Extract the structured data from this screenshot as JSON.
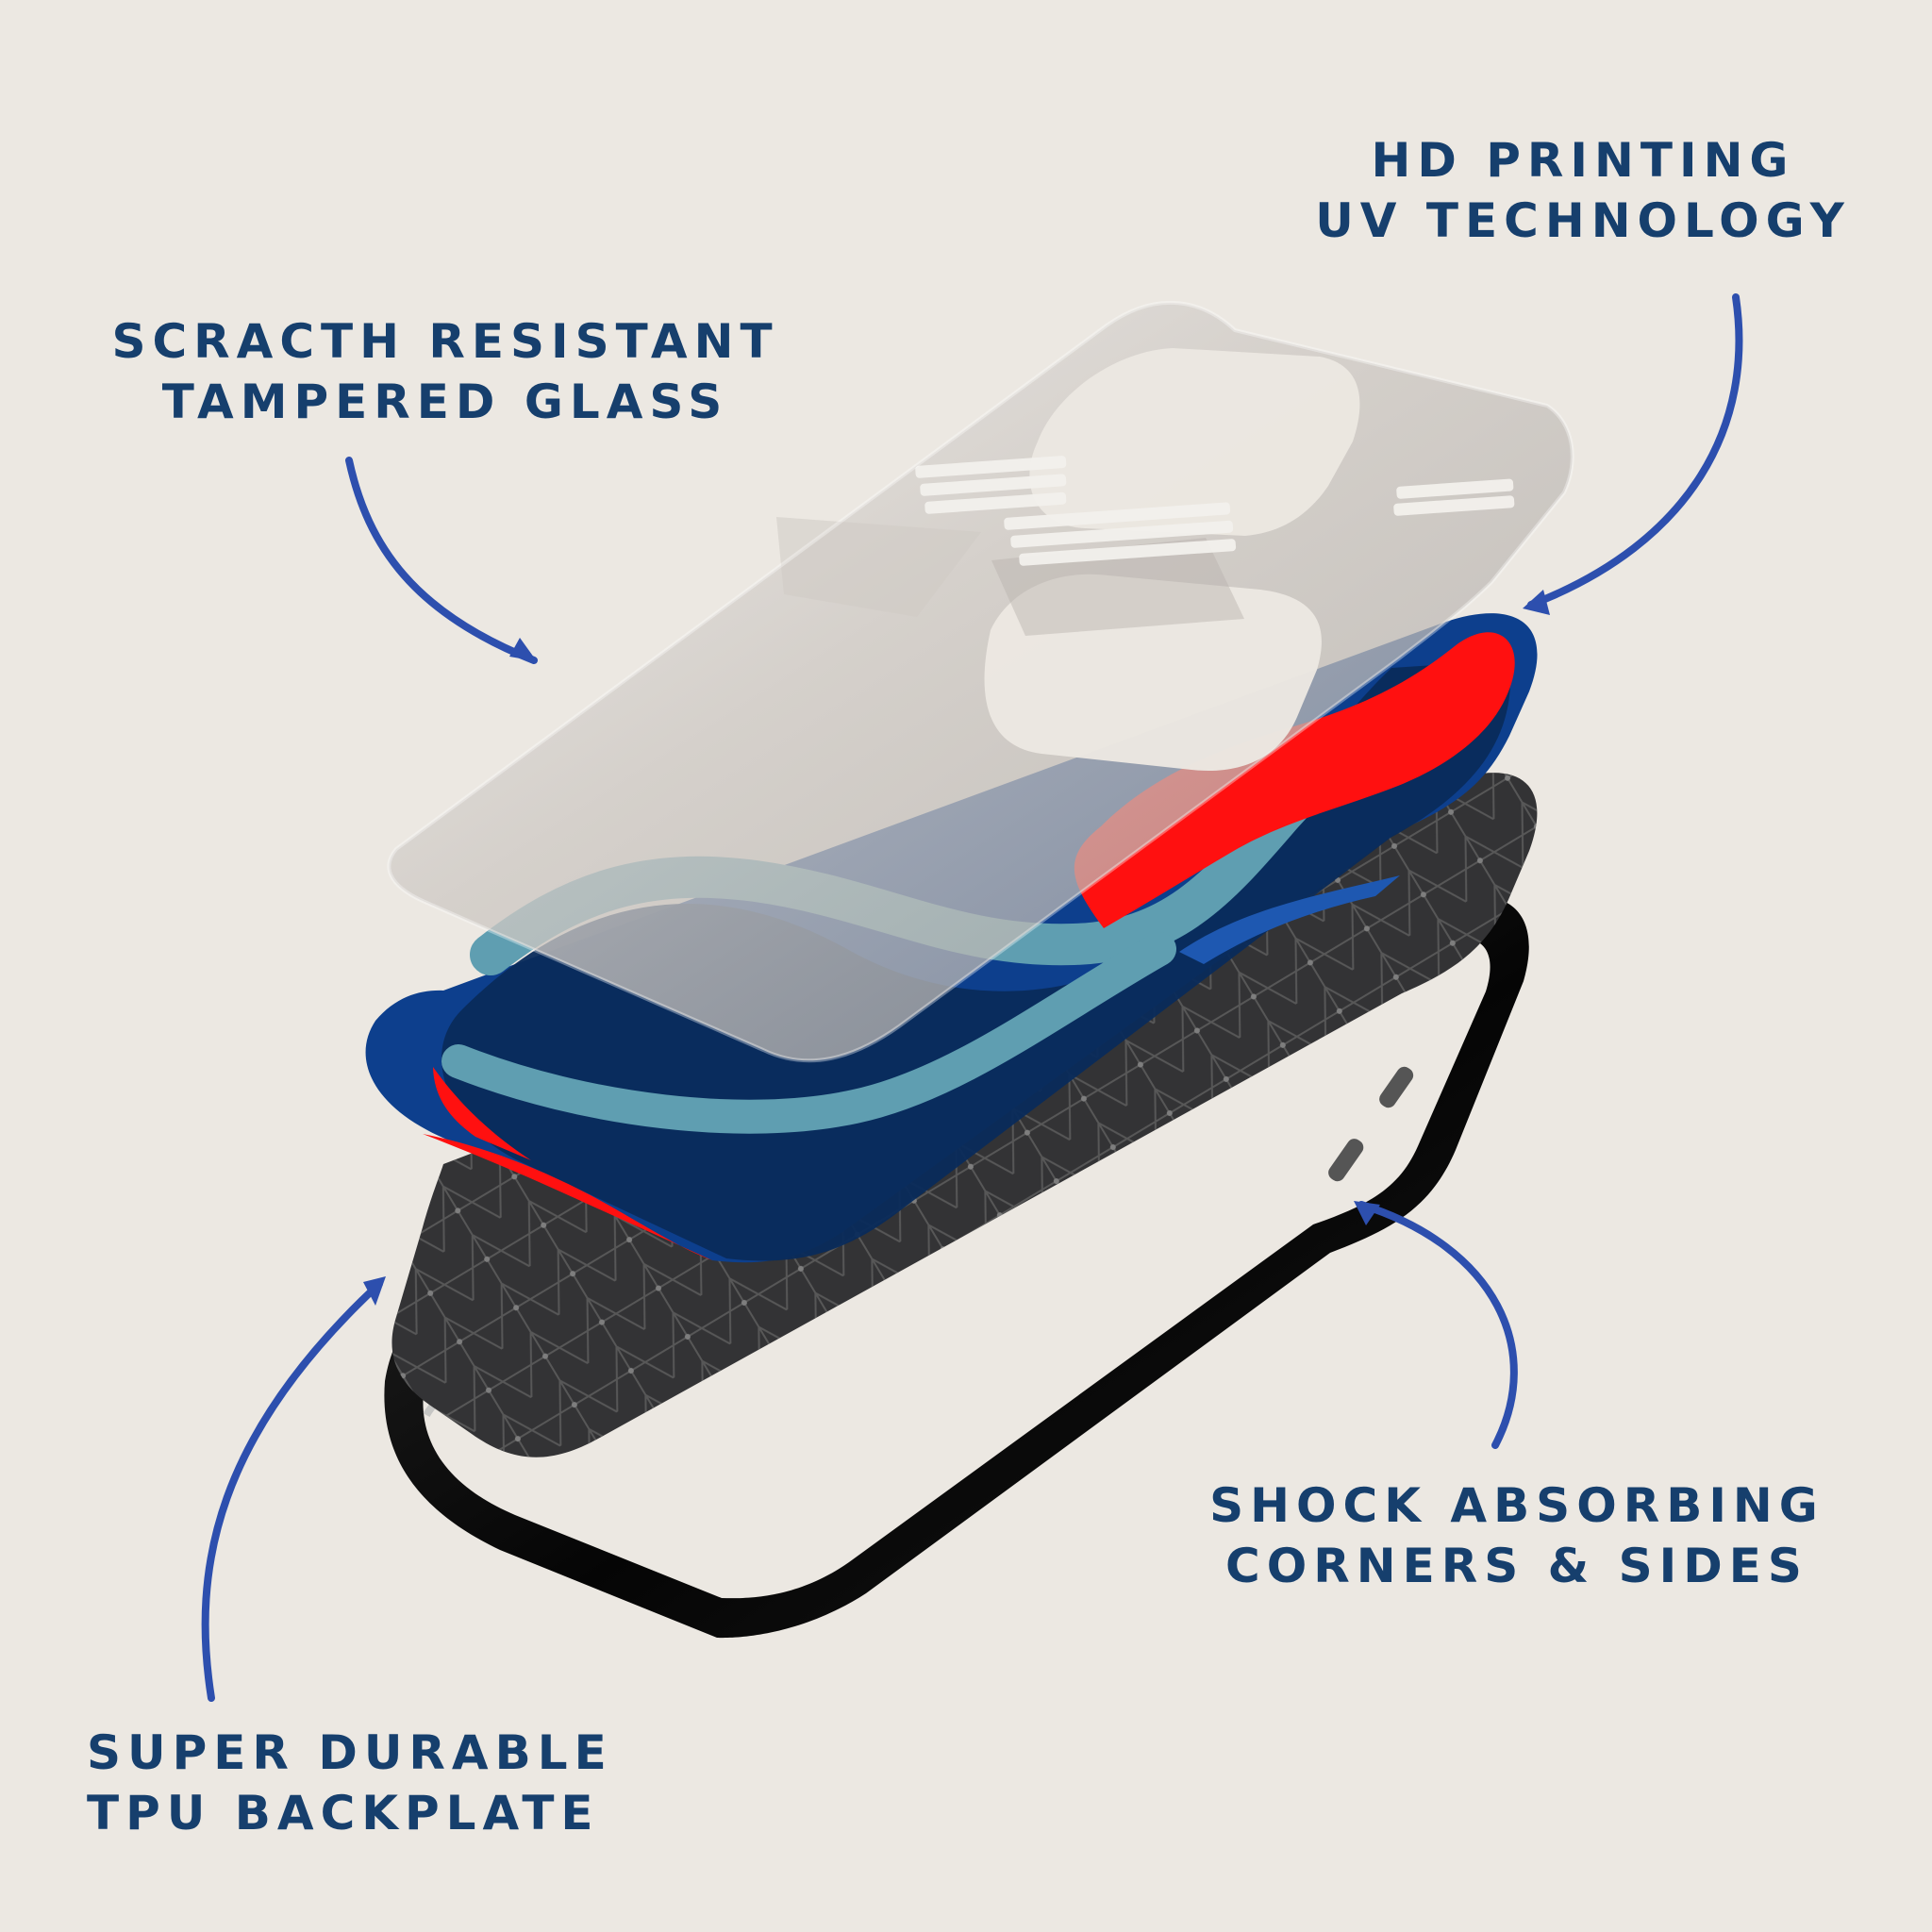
{
  "labels": {
    "glass": {
      "line1": "SCRACTH RESISTANT",
      "line2": "TAMPERED GLASS"
    },
    "uv": {
      "line1": "HD PRINTING",
      "line2": "UV TECHNOLOGY"
    },
    "backplate": {
      "line1": "SUPER DURABLE",
      "line2": "TPU BACKPLATE"
    },
    "shock": {
      "line1": "SHOCK ABSORBING",
      "line2": "CORNERS & SIDES"
    }
  },
  "colors": {
    "background": "#ece8e2",
    "text": "#163f6d",
    "arrow": "#2d4fae",
    "print_blue": "#0f3f8c",
    "print_navy": "#0b2b5c",
    "print_teal": "#5e9fb2",
    "print_red": "#ff1010",
    "glass_gray": "#c3c0bc",
    "backplate_dark": "#2f2f31",
    "bumper_black": "#111111"
  },
  "icons": {
    "arrows": [
      "arrow-to-glass-icon",
      "arrow-to-print-icon",
      "arrow-to-backplate-icon",
      "arrow-to-bumper-icon"
    ]
  }
}
